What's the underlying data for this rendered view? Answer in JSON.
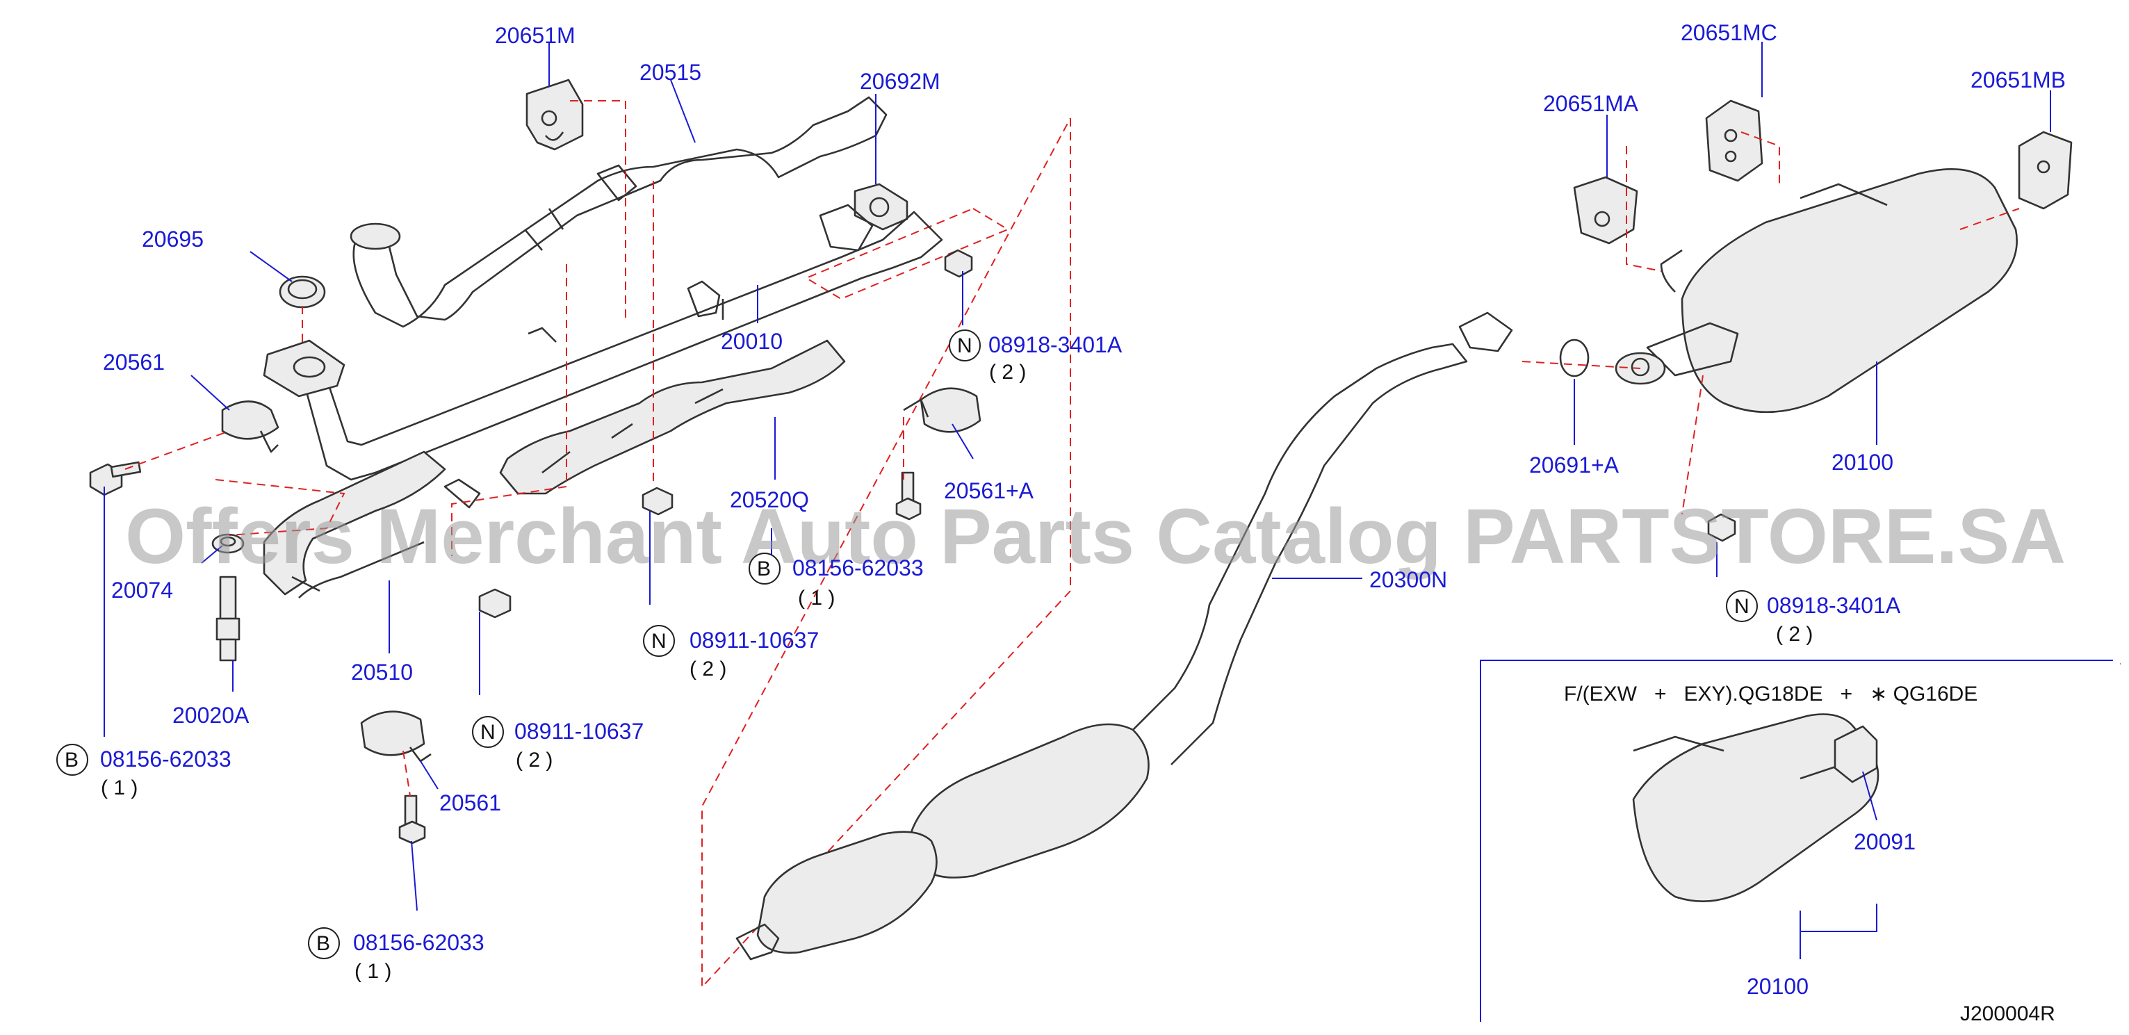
{
  "diagram": {
    "watermark": "Offers Merchant Auto Parts Catalog PARTSTORE.SA",
    "figure_code": "J200004R",
    "inset_caption": "F/(EXW   +   EXY).QG18DE   +   ∗ QG16DE",
    "labels": {
      "p20651M": "20651M",
      "p20515": "20515",
      "p20692M": "20692M",
      "p20695": "20695",
      "p20561a": "20561",
      "p20010": "20010",
      "p20074": "20074",
      "p20020A": "20020A",
      "p20510": "20510",
      "p20520Q": "20520Q",
      "p20561A": "20561+A",
      "p20561b": "20561",
      "p20651MC": "20651MC",
      "p20651MA": "20651MA",
      "p20651MB": "20651MB",
      "p20691A": "20691+A",
      "p20100": "20100",
      "p20300N": "20300N",
      "p20091": "20091",
      "p20100b": "20100"
    },
    "fasteners": [
      {
        "id": "f1",
        "prefix": "N",
        "part": "08918-3401A",
        "qty": "( 2 )"
      },
      {
        "id": "f2",
        "prefix": "B",
        "part": "08156-62033",
        "qty": "( 1 )"
      },
      {
        "id": "f3",
        "prefix": "N",
        "part": "08911-10637",
        "qty": "( 2 )"
      },
      {
        "id": "f4",
        "prefix": "B",
        "part": "08156-62033",
        "qty": "( 1 )"
      },
      {
        "id": "f5",
        "prefix": "N",
        "part": "08911-10637",
        "qty": "( 2 )"
      },
      {
        "id": "f6",
        "prefix": "B",
        "part": "08156-62033",
        "qty": "( 1 )"
      },
      {
        "id": "f7",
        "prefix": "N",
        "part": "08918-3401A",
        "qty": "( 2 )"
      }
    ],
    "colors": {
      "label": "#1a1ad6",
      "dashed": "#e02020",
      "line": "#333333"
    }
  }
}
